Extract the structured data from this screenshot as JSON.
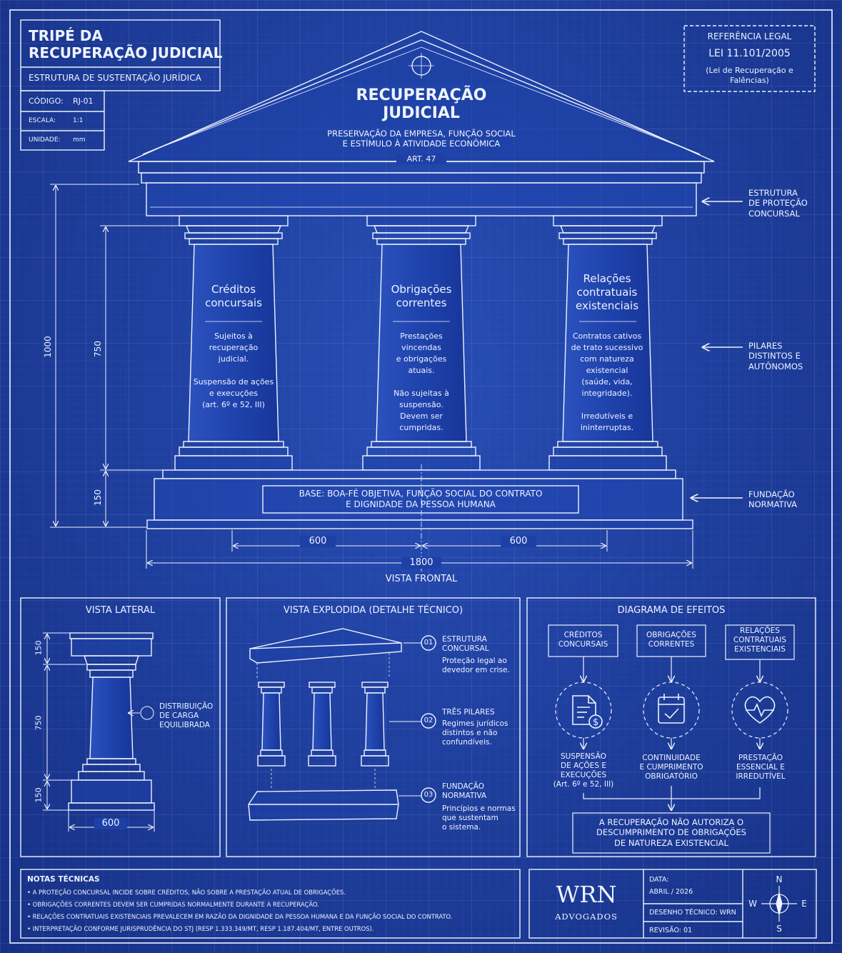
{
  "title_block": {
    "title": "TRIPÉ DA\nRECUPERAÇÃO JUDICIAL",
    "subtitle": "ESTRUTURA DE SUSTENTAÇÃO JURÍDICA",
    "code_label": "CÓDIGO:",
    "code_value": "RJ-01",
    "scale_label": "ESCALA:",
    "scale_value": "1:1",
    "unit_label": "UNIDADE:",
    "unit_value": "mm"
  },
  "legal_ref": {
    "heading": "REFERÊNCIA LEGAL",
    "law": "LEI 11.101/2005",
    "law_name": "(Lei de Recuperação e\nFalências)"
  },
  "pediment": {
    "title": "RECUPERAÇÃO\nJUDICIAL",
    "subtitle": "PRESERVAÇÃO DA EMPRESA, FUNÇÃO SOCIAL\nE ESTÍMULO À ATIVIDADE ECONÔMICA",
    "article": "ART. 47"
  },
  "pillars": [
    {
      "title": "Créditos\nconcursais",
      "text": "Sujeitos à\nrecuperação\njudicial.\n\nSuspensão de ações\ne execuções\n(art. 6º e 52, III)"
    },
    {
      "title": "Obrigações\ncorrentes",
      "text": "Prestações\nvincendas\ne obrigações\natuais.\n\nNão sujeitas à\nsuspensão.\nDevem ser\ncumpridas."
    },
    {
      "title": "Relações\ncontratuais\nexistenciais",
      "text": "Contratos cativos\nde trato sucessivo\ncom natureza\nexistencial\n(saúde, vida,\nintegridade).\n\nIrredutíveis e\nininterruptas."
    }
  ],
  "base_text": "BASE: BOA-FÉ OBJETIVA, FUNÇÃO SOCIAL DO CONTRATO\nE DIGNIDADE DA PESSOA HUMANA",
  "callouts": {
    "structure": "ESTRUTURA\nDE PROTEÇÃO\nCONCURSAL",
    "pillars": "PILARES\nDISTINTOS E\nAUTÔNOMOS",
    "foundation": "FUNDAÇÃO\nNORMATIVA"
  },
  "dimensions": {
    "total_height": "1000",
    "column_height": "750",
    "base_height": "150",
    "span_left": "600",
    "span_right": "600",
    "total_width": "1800"
  },
  "front_view_label": "VISTA FRONTAL",
  "side_view": {
    "title": "VISTA LATERAL",
    "dim_top": "150",
    "dim_mid": "750",
    "dim_bottom": "150",
    "dim_width": "600",
    "load_label": "DISTRIBUIÇÃO\nDE CARGA\nEQUILIBRADA"
  },
  "exploded_view": {
    "title": "VISTA EXPLODIDA (DETALHE TÉCNICO)",
    "items": [
      {
        "num": "01",
        "title": "ESTRUTURA\nCONCURSAL",
        "text": "Proteção legal ao\ndevedor em crise."
      },
      {
        "num": "02",
        "title": "TRÊS PILARES",
        "text": "Regimes jurídicos\ndistintos e não\nconfundíveis."
      },
      {
        "num": "03",
        "title": "FUNDAÇÃO\nNORMATIVA",
        "text": "Princípios e normas\nque sustentam\no sistema."
      }
    ]
  },
  "effects": {
    "title": "DIAGRAMA DE EFEITOS",
    "columns": [
      {
        "label": "CRÉDITOS\nCONCURSAIS",
        "icon": "document-dollar-icon",
        "effect": "SUSPENSÃO\nDE AÇÕES E\nEXECUÇÕES\n(Art. 6º e 52, III)"
      },
      {
        "label": "OBRIGAÇÕES\nCORRENTES",
        "icon": "calendar-check-icon",
        "effect": "CONTINUIDADE\nE CUMPRIMENTO\nOBRIGATÓRIO"
      },
      {
        "label": "RELAÇÕES\nCONTRATUAIS\nEXISTENCIAIS",
        "icon": "heart-pulse-icon",
        "effect": "PRESTAÇÃO\nESSENCIAL E\nIRREDUTÍVEL"
      }
    ],
    "conclusion": "A RECUPERAÇÃO NÃO AUTORIZA O\nDESCUMPRIMENTO DE OBRIGAÇÕES\nDE NATUREZA EXISTENCIAL"
  },
  "notes": {
    "heading": "NOTAS TÉCNICAS",
    "items": [
      "A PROTEÇÃO CONCURSAL INCIDE SOBRE CRÉDITOS, NÃO SOBRE A PRESTAÇÃO ATUAL DE OBRIGAÇÕES.",
      "OBRIGAÇÕES CORRENTES DEVEM SER CUMPRIDAS NORMALMENTE DURANTE A RECUPERAÇÃO.",
      "RELAÇÕES CONTRATUAIS EXISTENCIAIS PREVALECEM EM RAZÃO DA DIGNIDADE DA PESSOA HUMANA E DA FUNÇÃO SOCIAL DO CONTRATO.",
      "INTERPRETAÇÃO CONFORME JURISPRUDÊNCIA DO STJ (RESP 1.333.349/MT, RESP 1.187.404/MT, ENTRE OUTROS)."
    ]
  },
  "firm": {
    "logo": "WRN",
    "sub": "ADVOGADOS"
  },
  "meta": {
    "date_label": "DATA:",
    "date_value": "ABRIL / 2026",
    "drawing": "DESENHO TÉCNICO: WRN",
    "revision": "REVISÃO: 01"
  },
  "compass": {
    "n": "N",
    "s": "S",
    "e": "E",
    "w": "W"
  },
  "colors": {
    "background": "#1c3c9c",
    "line": "#eef3ff"
  }
}
